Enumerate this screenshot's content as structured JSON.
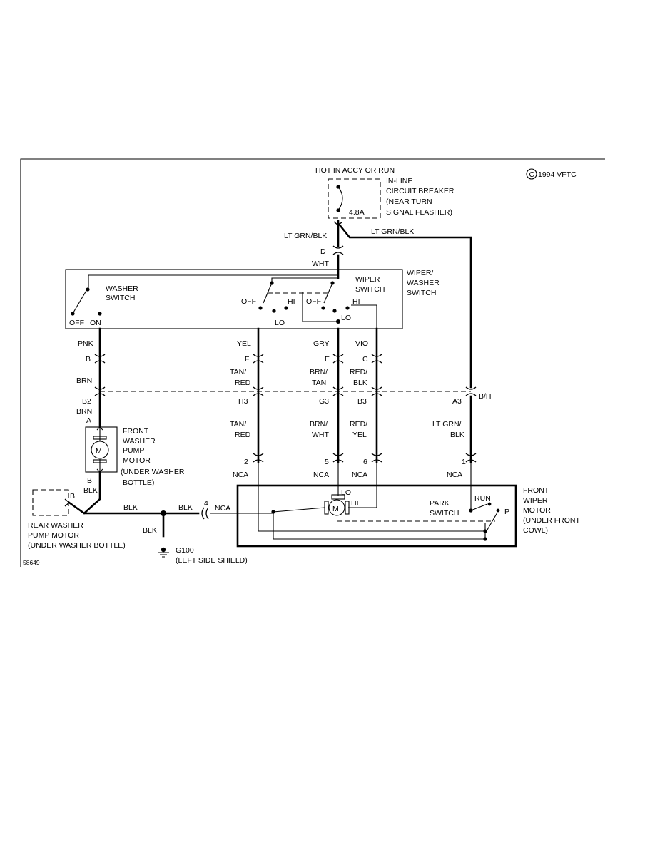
{
  "copyright": "1994 VFTC",
  "copyright_symbol": "C",
  "figure_id": "58649",
  "power_source": "HOT IN ACCY OR RUN",
  "circuit_breaker": {
    "lines": [
      "IN-LINE",
      "CIRCUIT BREAKER",
      "(NEAR TURN",
      "SIGNAL FLASHER)"
    ],
    "rating": "4.8A"
  },
  "wires": {
    "ltgrnblk_left": "LT GRN/BLK",
    "ltgrnblk_right": "LT GRN/BLK",
    "wht": "WHT",
    "pnk": "PNK",
    "brn_upper": "BRN",
    "brn_lower": "BRN",
    "yel": "YEL",
    "gry": "GRY",
    "vio": "VIO",
    "tan_red_1": [
      "TAN/",
      "RED"
    ],
    "brn_tan": [
      "BRN/",
      "TAN"
    ],
    "red_blk": [
      "RED/",
      "BLK"
    ],
    "tan_red_2": [
      "TAN/",
      "RED"
    ],
    "brn_wht": [
      "BRN/",
      "WHT"
    ],
    "red_yel": [
      "RED/",
      "YEL"
    ],
    "ltgrn_blk_lower": [
      "LT GRN/",
      "BLK"
    ],
    "blk_motor": "BLK",
    "blk_h1": "BLK",
    "blk_h2": "BLK",
    "blk_ground": "BLK",
    "nca_2": "NCA",
    "nca_5": "NCA",
    "nca_6": "NCA",
    "nca_1": "NCA",
    "nca_4": "NCA"
  },
  "connectors": {
    "d": "D",
    "b": "B",
    "f": "F",
    "e": "E",
    "c": "C",
    "b2": "B2",
    "h3": "H3",
    "g3": "G3",
    "b3": "B3",
    "a3": "A3",
    "bh": "B/H",
    "a": "A",
    "b_motor": "B",
    "b_rear": "B",
    "n2": "2",
    "n5": "5",
    "n6": "6",
    "n1": "1",
    "n4": "4"
  },
  "switches": {
    "washer": [
      "WASHER",
      "SWITCH"
    ],
    "washer_off": "OFF",
    "washer_on": "ON",
    "wiper": [
      "WIPER",
      "SWITCH"
    ],
    "wiper_washer": [
      "WIPER/",
      "WASHER",
      "SWITCH"
    ],
    "off_1": "OFF",
    "hi_1": "HI",
    "lo_1": "LO",
    "off_2": "OFF",
    "hi_2": "HI",
    "lo_2": "LO"
  },
  "front_washer_pump": [
    "FRONT",
    "WASHER",
    "PUMP",
    "MOTOR",
    "(UNDER WASHER",
    "BOTTLE)"
  ],
  "rear_washer_pump": [
    "REAR WASHER",
    "PUMP MOTOR",
    "(UNDER WASHER BOTTLE)"
  ],
  "front_wiper_motor": [
    "FRONT",
    "WIPER",
    "MOTOR",
    "(UNDER FRONT",
    "COWL)"
  ],
  "wiper_motor": {
    "lo": "LO",
    "hi": "HI"
  },
  "motor_symbol": "M",
  "park_switch": {
    "label": [
      "PARK",
      "SWITCH"
    ],
    "run": "RUN",
    "park": "P"
  },
  "ground": {
    "id": "G100",
    "location": "(LEFT SIDE SHIELD)"
  }
}
